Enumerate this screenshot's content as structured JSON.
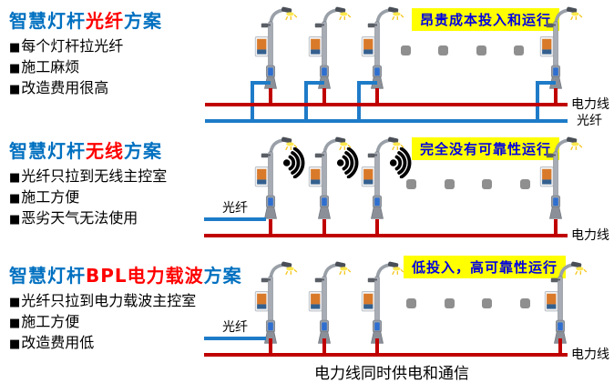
{
  "bullet_marker": "■",
  "colors": {
    "title_blue": "#0070C0",
    "title_red": "#FF0000",
    "callout_bg": "#FFFF00",
    "callout_text": "#0000E0",
    "power_line": "#C00000",
    "fiber_line": "#1E7BC8",
    "dot_gray": "#8F8F8F",
    "body_text": "#000000"
  },
  "sections": [
    {
      "title": {
        "prefix": "智慧灯杆",
        "highlight": "光纤",
        "suffix": "方案"
      },
      "bullets": [
        "每个灯杆拉光纤",
        "施工麻烦",
        "改造费用很高"
      ],
      "callout": "昂贵成本投入和运行",
      "right_label_power": "电力线",
      "right_label_fiber": "光纤"
    },
    {
      "title": {
        "prefix": "智慧灯杆",
        "highlight": "无线",
        "suffix": "方案"
      },
      "bullets": [
        "光纤只拉到无线主控室",
        "施工方便",
        "恶劣天气无法使用"
      ],
      "callout": "完全没有可靠性运行",
      "left_label_fiber": "光纤",
      "right_label_power": "电力线"
    },
    {
      "title": {
        "prefix": "智慧灯杆",
        "highlight": "BPL电力载波",
        "suffix": "方案"
      },
      "bullets": [
        "光纤只拉到电力载波主控室",
        "施工方便",
        "改造费用低"
      ],
      "callout": "低投入，高可靠性运行",
      "left_label_fiber": "光纤",
      "right_label_power": "电力线",
      "bottom_note": "电力线同时供电和通信"
    }
  ]
}
